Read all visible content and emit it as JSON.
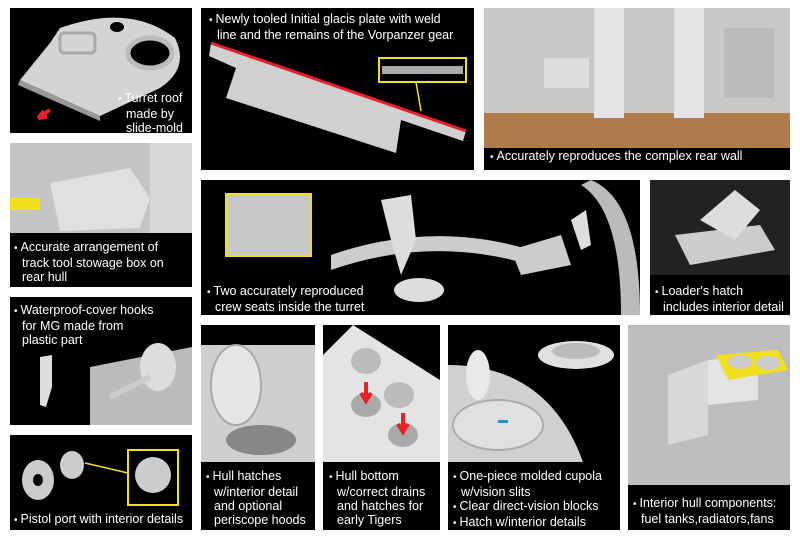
{
  "panels": {
    "turret_roof": {
      "lines": [
        "Turret roof",
        "made by",
        "slide-mold"
      ]
    },
    "glacis": {
      "lines": [
        "Newly tooled Initial glacis plate with weld",
        "line and the remains of the Vorpanzer gear"
      ]
    },
    "rear_wall": {
      "lines": [
        "Accurately reproduces the complex rear wall"
      ]
    },
    "stowage_box": {
      "lines": [
        "Accurate arrangement of",
        "track tool stowage box on",
        "rear hull"
      ]
    },
    "crew_seats": {
      "lines": [
        "Two accurately reproduced",
        "crew seats inside the turret"
      ]
    },
    "loaders_hatch": {
      "lines": [
        "Loader's hatch",
        "includes interior detail"
      ]
    },
    "mg_hooks": {
      "lines": [
        "Waterproof-cover hooks",
        "for MG made from",
        "plastic part"
      ]
    },
    "pistol_port": {
      "lines": [
        "Pistol port with interior details"
      ]
    },
    "hull_hatches": {
      "lines": [
        "Hull hatches",
        "w/interior detail",
        "and optional",
        "periscope hoods"
      ]
    },
    "hull_bottom": {
      "lines": [
        "Hull bottom",
        "w/correct drains",
        "and hatches for",
        "early Tigers"
      ]
    },
    "cupola": {
      "lines": [
        "One-piece molded cupola",
        "w/vision slits",
        "Clear direct-vision blocks",
        "Hatch w/interior details"
      ]
    },
    "interior": {
      "lines": [
        "Interior hull components:",
        "fuel tanks,radiators,fans"
      ]
    }
  },
  "colors": {
    "panel": "#000000",
    "part": "#d9d9d9",
    "highlight": "#f0e020",
    "accent_red": "#e8202a"
  }
}
